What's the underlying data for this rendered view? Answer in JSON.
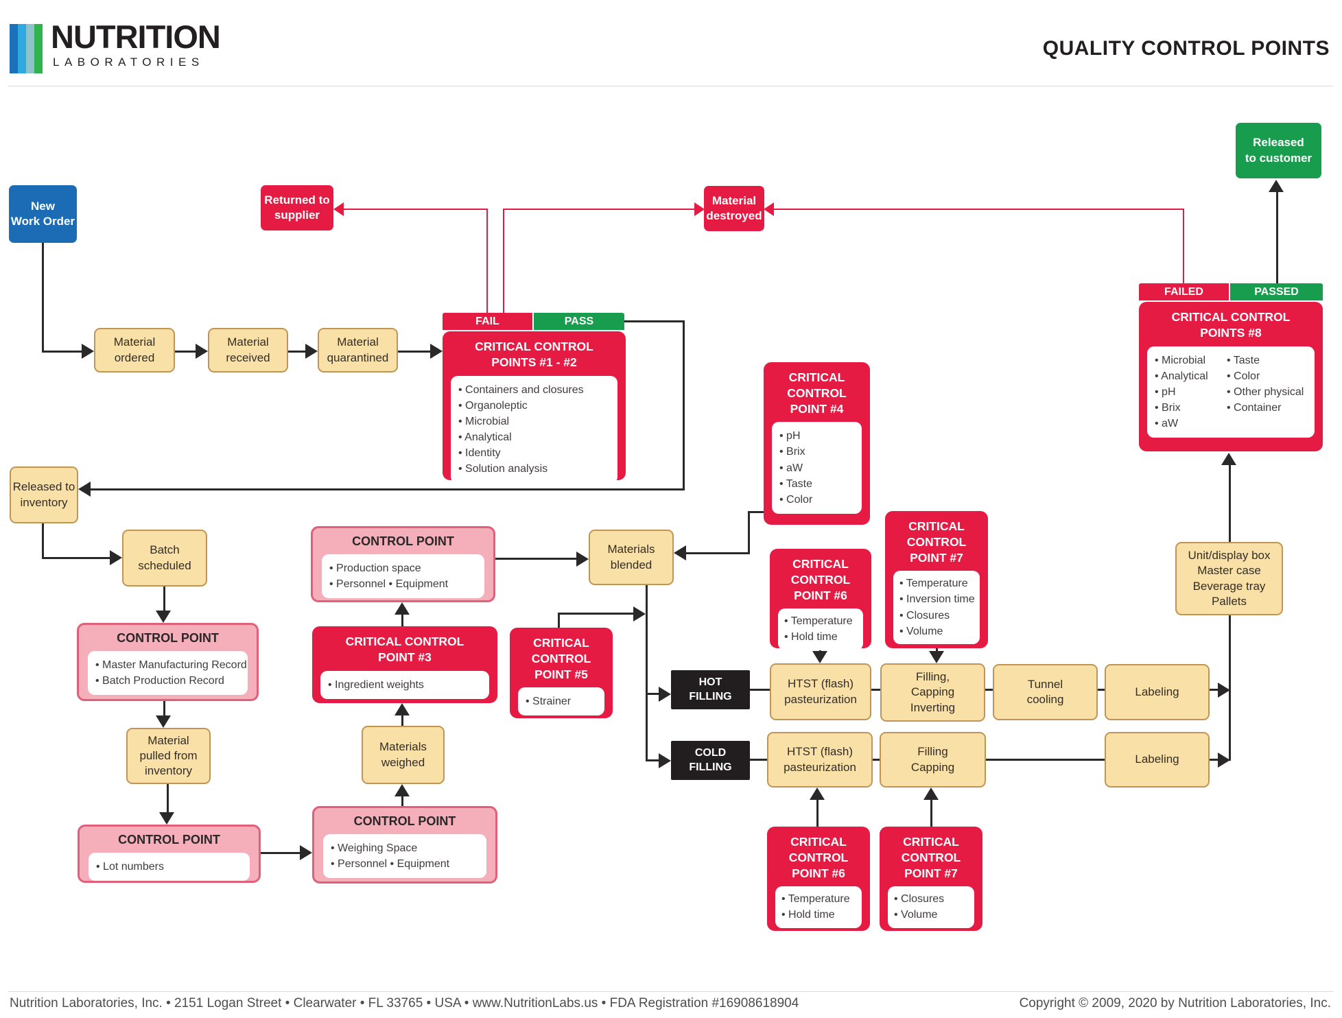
{
  "header": {
    "brand_name": "NUTRITION",
    "brand_sub": "LABORATORIES",
    "title": "QUALITY CONTROL POINTS"
  },
  "footer": {
    "left": "Nutrition Laboratories, Inc. • 2151 Logan Street • Clearwater • FL 33765 • USA • www.NutritionLabs.us • FDA Registration #16908618904",
    "right": "Copyright © 2009, 2020 by Nutrition Laboratories, Inc."
  },
  "colors": {
    "red": "#e51b44",
    "green": "#189c4e",
    "blue": "#1b6cb5",
    "tan_fill": "#f9e0a6",
    "tan_border": "#bf9455",
    "pink_fill": "#f4afba",
    "pink_border": "#e0607a",
    "black_box": "#221e20",
    "line_black": "#2b2829",
    "logo_bars": [
      "#1c71b8",
      "#2fa9e1",
      "#8fc3cc",
      "#2eb34d"
    ]
  },
  "nodes": {
    "new_work_order": {
      "lines": [
        "New",
        "Work Order"
      ]
    },
    "returned_to_supplier": {
      "lines": [
        "Returned to",
        "supplier"
      ]
    },
    "material_destroyed": {
      "lines": [
        "Material",
        "destroyed"
      ]
    },
    "released_to_customer": {
      "lines": [
        "Released",
        "to customer"
      ]
    },
    "material_ordered": {
      "lines": [
        "Material",
        "ordered"
      ]
    },
    "material_received": {
      "lines": [
        "Material",
        "received"
      ]
    },
    "material_quarantined": {
      "lines": [
        "Material",
        "quarantined"
      ]
    },
    "ccp12": {
      "fail": "FAIL",
      "pass": "PASS",
      "title_lines": [
        "CRITICAL CONTROL",
        "POINTS #1 - #2"
      ],
      "items": [
        "Containers and closures",
        "Organoleptic",
        "Microbial",
        "Analytical",
        "Identity",
        "Solution analysis"
      ]
    },
    "released_to_inventory": {
      "lines": [
        "Released to",
        "inventory"
      ]
    },
    "batch_scheduled": {
      "lines": [
        "Batch",
        "scheduled"
      ]
    },
    "cp_records": {
      "title": "CONTROL POINT",
      "items": [
        "Master Manufacturing Record",
        "Batch Production Record"
      ]
    },
    "material_pulled": {
      "lines": [
        "Material",
        "pulled from",
        "inventory"
      ]
    },
    "cp_lot": {
      "title": "CONTROL POINT",
      "items": [
        "Lot numbers"
      ]
    },
    "cp_weighing": {
      "title": "CONTROL POINT",
      "items": [
        "Weighing Space",
        "Personnel • Equipment"
      ]
    },
    "materials_weighed": {
      "lines": [
        "Materials",
        "weighed"
      ]
    },
    "ccp3": {
      "title_lines": [
        "CRITICAL CONTROL",
        "POINT #3"
      ],
      "items": [
        "Ingredient weights"
      ]
    },
    "cp_production": {
      "title": "CONTROL POINT",
      "items": [
        "Production space",
        "Personnel • Equipment"
      ]
    },
    "materials_blended": {
      "lines": [
        "Materials",
        "blended"
      ]
    },
    "ccp5": {
      "title_lines": [
        "CRITICAL",
        "CONTROL",
        "POINT #5"
      ],
      "items": [
        "Strainer"
      ]
    },
    "ccp4": {
      "title_lines": [
        "CRITICAL",
        "CONTROL",
        "POINT #4"
      ],
      "items": [
        "pH",
        "Brix",
        "aW",
        "Taste",
        "Color"
      ]
    },
    "ccp6_top": {
      "title_lines": [
        "CRITICAL",
        "CONTROL",
        "POINT #6"
      ],
      "items": [
        "Temperature",
        "Hold time"
      ]
    },
    "ccp7_top": {
      "title_lines": [
        "CRITICAL",
        "CONTROL",
        "POINT #7"
      ],
      "items": [
        "Temperature",
        "Inversion time",
        "Closures",
        "Volume"
      ]
    },
    "hot_filling": {
      "lines": [
        "HOT",
        "FILLING"
      ]
    },
    "cold_filling": {
      "lines": [
        "COLD",
        "FILLING"
      ]
    },
    "htst_hot": {
      "lines": [
        "HTST (flash)",
        "pasteurization"
      ]
    },
    "filling_capping_inverting": {
      "lines": [
        "Filling,",
        "Capping",
        "Inverting"
      ]
    },
    "tunnel_cooling": {
      "lines": [
        "Tunnel",
        "cooling"
      ]
    },
    "labeling_hot": {
      "lines": [
        "Labeling"
      ]
    },
    "htst_cold": {
      "lines": [
        "HTST (flash)",
        "pasteurization"
      ]
    },
    "filling_capping": {
      "lines": [
        "Filling",
        "Capping"
      ]
    },
    "labeling_cold": {
      "lines": [
        "Labeling"
      ]
    },
    "ccp6_bottom": {
      "title_lines": [
        "CRITICAL",
        "CONTROL",
        "POINT #6"
      ],
      "items": [
        "Temperature",
        "Hold time"
      ]
    },
    "ccp7_bottom": {
      "title_lines": [
        "CRITICAL",
        "CONTROL",
        "POINT #7"
      ],
      "items": [
        "Closures",
        "Volume"
      ]
    },
    "unit_display": {
      "lines": [
        "Unit/display box",
        "Master case",
        "Beverage tray",
        "Pallets"
      ]
    },
    "ccp8": {
      "fail": "FAILED",
      "pass": "PASSED",
      "title_lines": [
        "CRITICAL CONTROL",
        "POINTS #8"
      ],
      "col1": [
        "Microbial",
        "Analytical",
        "pH",
        "Brix",
        "aW"
      ],
      "col2": [
        "Taste",
        "Color",
        "Other physical",
        "Container"
      ]
    }
  }
}
